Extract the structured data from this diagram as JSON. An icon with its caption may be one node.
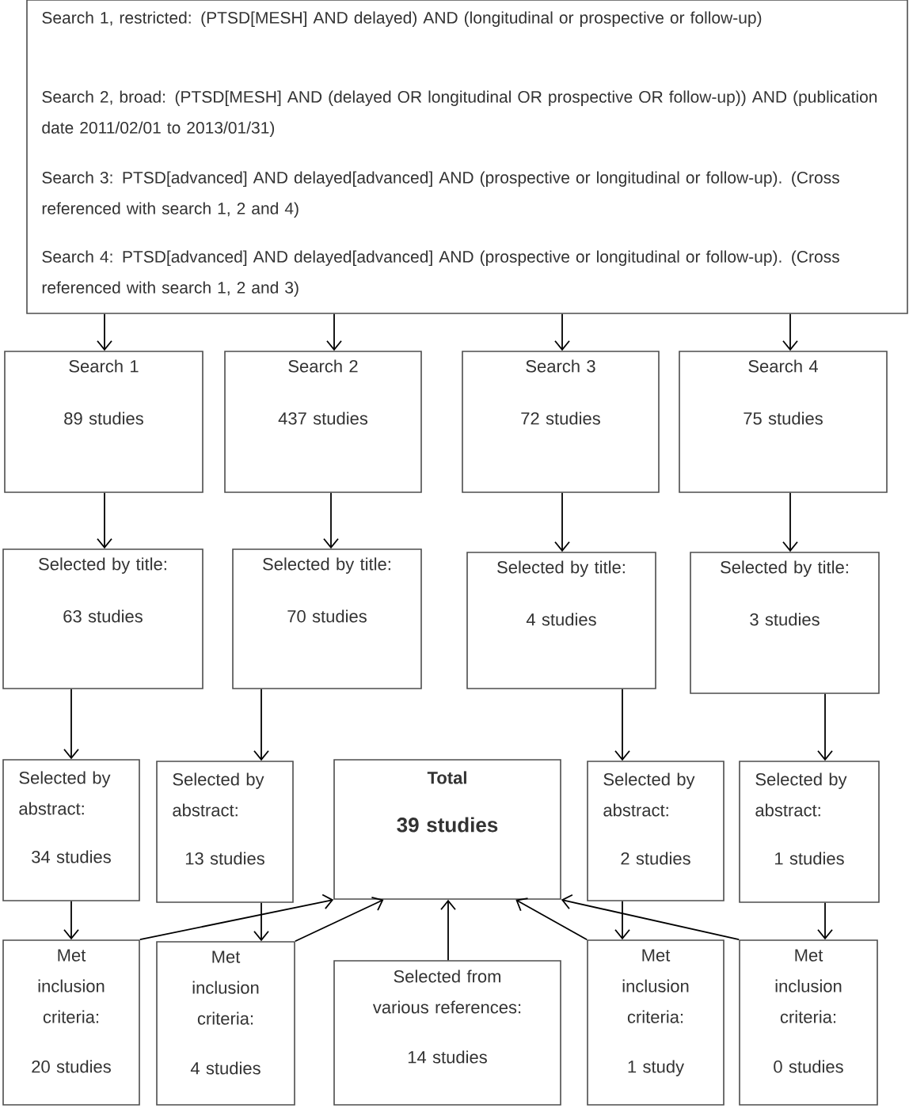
{
  "diagram": {
    "nodes": [
      {
        "text": [
          "Search 1, restricted: (PTSD[MESH] AND delayed) AND (longitudinal or prospective or follow-up)",
          "Search 2, broad: (PTSD[MESH] AND (delayed OR longitudinal OR prospective OR follow-up)) AND (publication date 2011/02/01 to 2013/01/31)",
          "Search 3: PTSD[advanced] AND delayed[advanced] AND (prospective or longitudinal or follow-up). (Cross referenced with search 1, 2 and 4)",
          "Search 4: PTSD[advanced] AND delayed[advanced] AND (prospective or longitudinal or follow-up). (Cross referenced with search 1, 2 and 3)"
        ]
      },
      {
        "text": [
          "Search 1",
          "89 studies"
        ]
      },
      {
        "text": [
          "Search 2",
          "437 studies"
        ]
      },
      {
        "text": [
          "Search 3",
          "72 studies"
        ]
      },
      {
        "text": [
          "Search 4",
          "75 studies"
        ]
      },
      {
        "text": [
          "Selected by title:",
          "63 studies"
        ]
      },
      {
        "text": [
          "Selected by title:",
          "70 studies"
        ]
      },
      {
        "text": [
          "Selected by title:",
          "4 studies"
        ]
      },
      {
        "text": [
          "Selected by title:",
          "3 studies"
        ]
      },
      {
        "text": [
          "Selected by abstract:",
          "34 studies"
        ]
      },
      {
        "text": [
          "Selected by abstract:",
          "13 studies"
        ]
      },
      {
        "text": [
          "Total",
          "39 studies"
        ]
      },
      {
        "text": [
          "Selected by abstract:",
          "2 studies"
        ]
      },
      {
        "text": [
          "Selected by abstract:",
          "1 studies"
        ]
      },
      {
        "text": [
          "Met inclusion criteria:",
          "20 studies"
        ]
      },
      {
        "text": [
          "Met inclusion criteria:",
          "4 studies"
        ]
      },
      {
        "text": [
          "Selected from various references:",
          "14 studies"
        ]
      },
      {
        "text": [
          "Met inclusion criteria:",
          "1 study"
        ]
      },
      {
        "text": [
          "Met inclusion criteria:",
          "0 studies"
        ]
      }
    ],
    "edges": [
      {
        "from": 0,
        "to": 1,
        "arrow": "to"
      },
      {
        "from": 0,
        "to": 2,
        "arrow": "to"
      },
      {
        "from": 0,
        "to": 3,
        "arrow": "to"
      },
      {
        "from": 0,
        "to": 4,
        "arrow": "to"
      },
      {
        "from": 1,
        "to": 5,
        "arrow": "to"
      },
      {
        "from": 2,
        "to": 6,
        "arrow": "to"
      },
      {
        "from": 3,
        "to": 7,
        "arrow": "to"
      },
      {
        "from": 4,
        "to": 8,
        "arrow": "to"
      },
      {
        "from": 5,
        "to": 9,
        "arrow": "to"
      },
      {
        "from": 6,
        "to": 10,
        "arrow": "to"
      },
      {
        "from": 7,
        "to": 12,
        "arrow": "to"
      },
      {
        "from": 8,
        "to": 13,
        "arrow": "to"
      },
      {
        "from": 9,
        "to": 14,
        "arrow": "to"
      },
      {
        "from": 10,
        "to": 15,
        "arrow": "to"
      },
      {
        "from": 12,
        "to": 17,
        "arrow": "to"
      },
      {
        "from": 13,
        "to": 18,
        "arrow": "to"
      },
      {
        "from": 14,
        "to": 11,
        "arrow": "to"
      },
      {
        "from": 15,
        "to": 11,
        "arrow": "to"
      },
      {
        "from": 16,
        "to": 11,
        "arrow": "to"
      },
      {
        "from": 17,
        "to": 11,
        "arrow": "to"
      },
      {
        "from": 18,
        "to": 11,
        "arrow": "to"
      }
    ]
  }
}
